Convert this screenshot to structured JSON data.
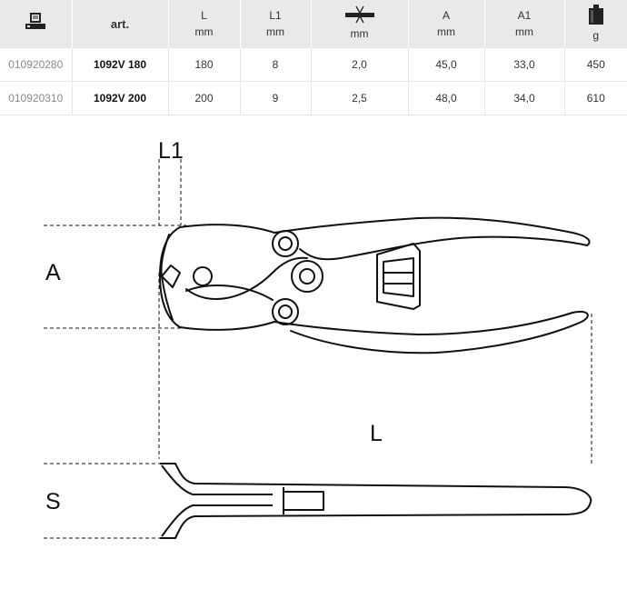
{
  "table": {
    "headers": {
      "code_icon": "catalog-code-icon",
      "art": "art.",
      "L": "L",
      "L_unit": "mm",
      "L1": "L1",
      "L1_unit": "mm",
      "S_icon": "cutting-capacity-icon",
      "S_unit": "mm",
      "A": "A",
      "A_unit": "mm",
      "A1": "A1",
      "A1_unit": "mm",
      "weight_icon": "weight-icon",
      "weight_unit": "g"
    },
    "rows": [
      {
        "code": "010920280",
        "art": "1092V 180",
        "L": "180",
        "L1": "8",
        "S": "2,0",
        "A": "45,0",
        "A1": "33,0",
        "weight": "450"
      },
      {
        "code": "010920310",
        "art": "1092V 200",
        "L": "200",
        "L1": "9",
        "S": "2,5",
        "A": "48,0",
        "A1": "34,0",
        "weight": "610"
      }
    ]
  },
  "drawing": {
    "labels": {
      "L1": "L1",
      "A": "A",
      "L": "L",
      "S": "S"
    },
    "colors": {
      "stroke": "#111111"
    }
  }
}
